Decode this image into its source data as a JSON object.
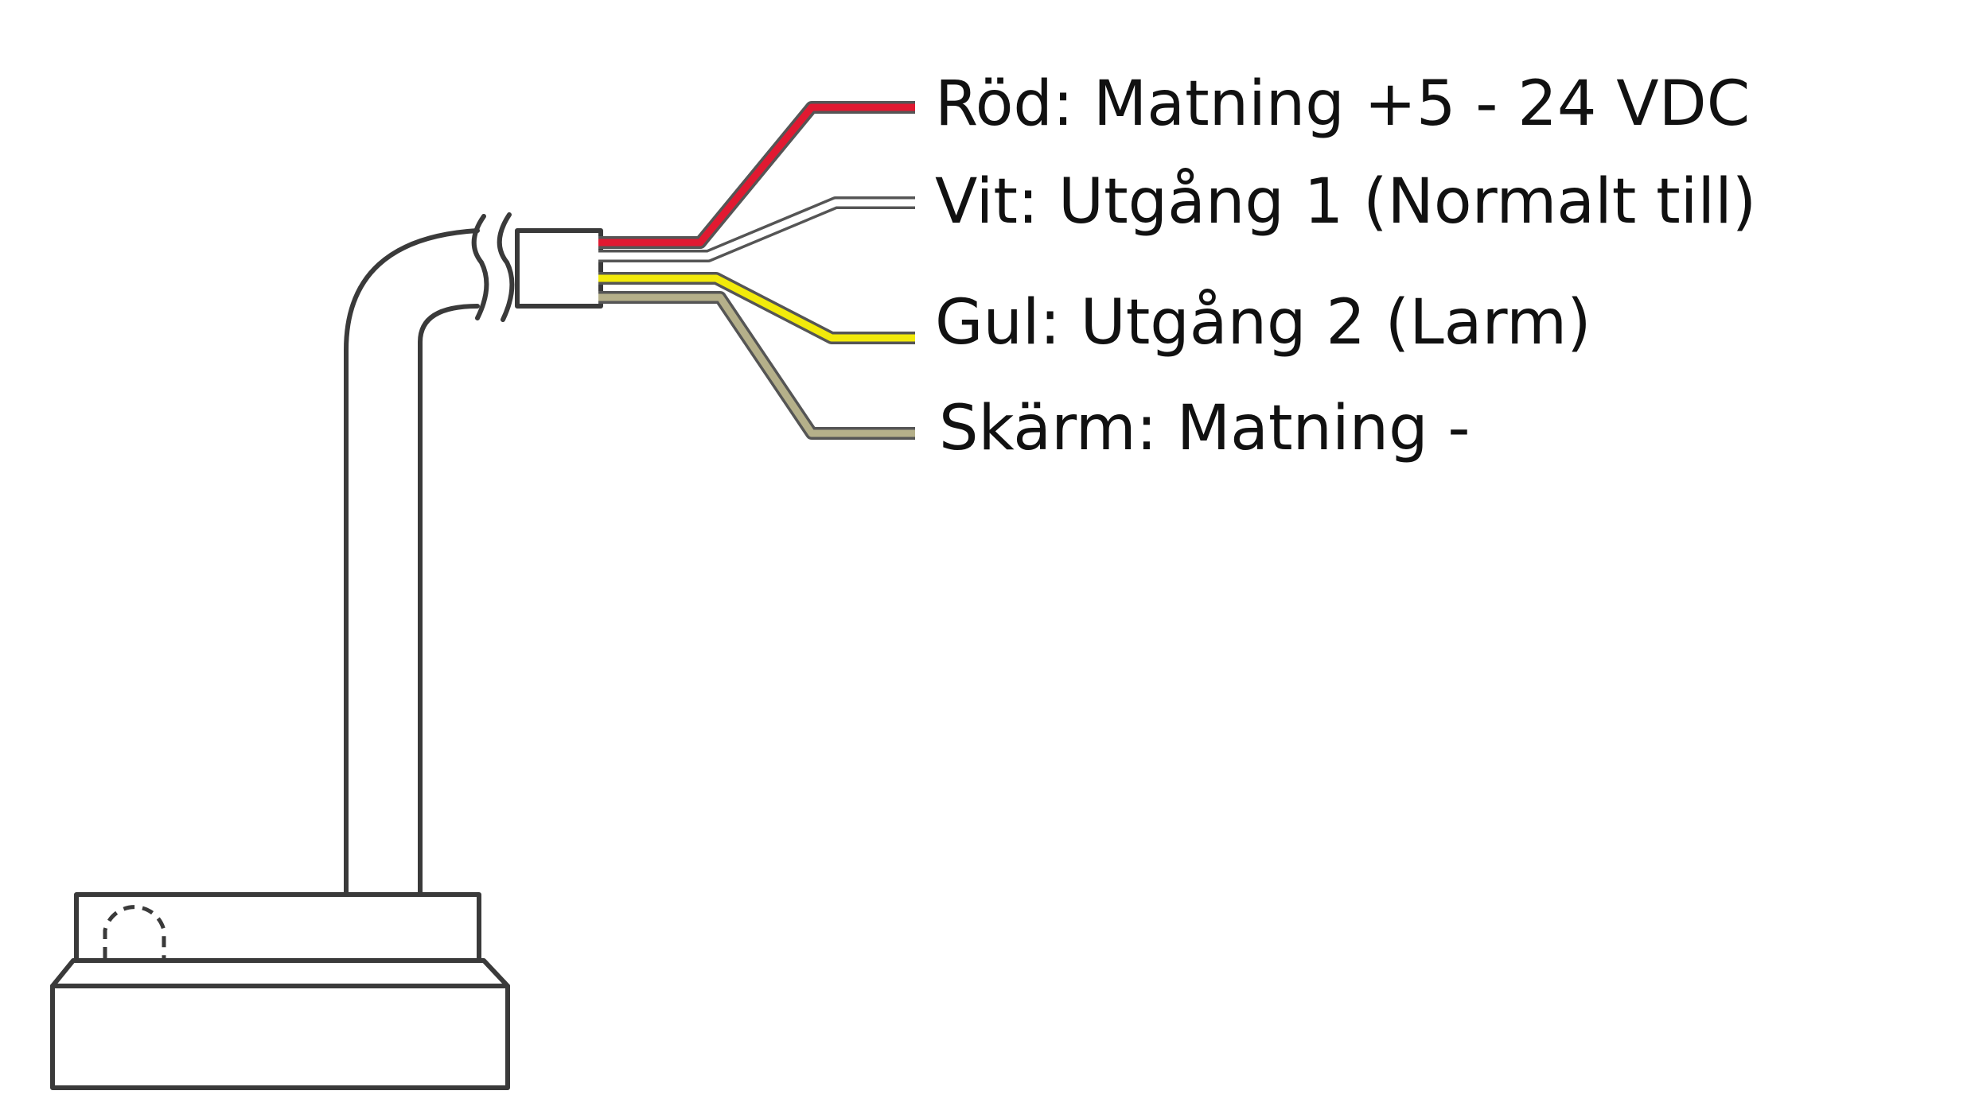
{
  "colors": {
    "red_wire": "#e11931",
    "white_wire": "#ffffff",
    "yellow_wire": "#f2ea0b",
    "shield_wire": "#b5b08a",
    "outline": "#3a3a3a"
  },
  "wires": [
    {
      "color_key": "red_wire",
      "label": "Röd: Matning +5 - 24 VDC"
    },
    {
      "color_key": "white_wire",
      "label": "Vit: Utgång 1 (Normalt till)"
    },
    {
      "color_key": "yellow_wire",
      "label": "Gul: Utgång 2 (Larm)"
    },
    {
      "color_key": "shield_wire",
      "label": "Skärm: Matning -"
    }
  ]
}
